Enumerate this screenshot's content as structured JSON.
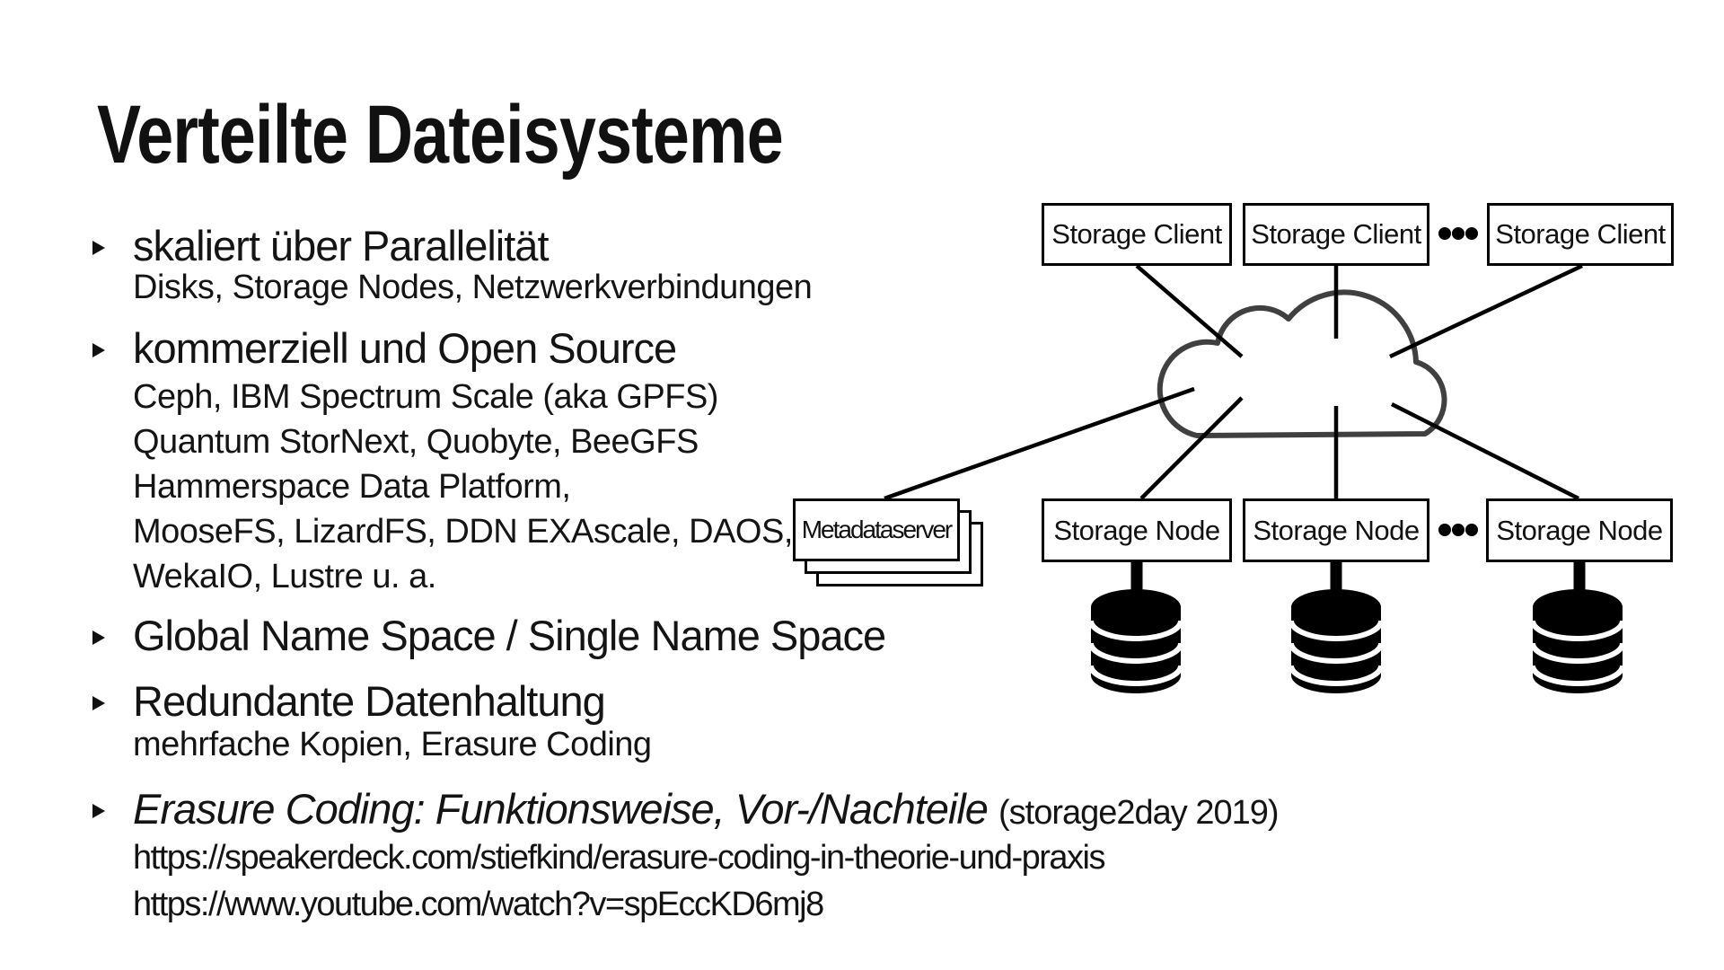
{
  "title": "Verteilte Dateisysteme",
  "bullets": [
    {
      "main": "skaliert über Parallelität",
      "subs": [
        "Disks, Storage Nodes, Netzwerkverbindungen"
      ]
    },
    {
      "main": "kommerziell und Open Source",
      "subs": [
        "Ceph, IBM Spectrum Scale (aka GPFS)",
        "Quantum StorNext, Quobyte, BeeGFS",
        "Hammerspace Data Platform,",
        "MooseFS, LizardFS, DDN EXAscale, DAOS,",
        "WekaIO, Lustre u. a."
      ]
    },
    {
      "main": "Global Name Space / Single Name Space",
      "subs": []
    },
    {
      "main": "Redundante Datenhaltung",
      "subs": [
        "mehrfache Kopien, Erasure Coding"
      ]
    },
    {
      "main": "Erasure Coding: Funktionsweise, Vor-/Nachteile",
      "suffix": "(storage2day 2019)",
      "subs": [
        "https://speakerdeck.com/stiefkind/erasure-coding-in-theorie-und-praxis",
        "https://www.youtube.com/watch?v=spEccKD6mj8"
      ]
    }
  ],
  "diagram": {
    "clients": [
      "Storage Client",
      "Storage Client",
      "Storage Client"
    ],
    "nodes": [
      "Storage Node",
      "Storage Node",
      "Storage Node"
    ],
    "metadata_label": "Metadataserver",
    "ellipsis": "•••",
    "colors": {
      "line": "#000000",
      "cloud_stroke": "#404040",
      "box_border": "#000000",
      "database_fill": "#000000"
    }
  }
}
